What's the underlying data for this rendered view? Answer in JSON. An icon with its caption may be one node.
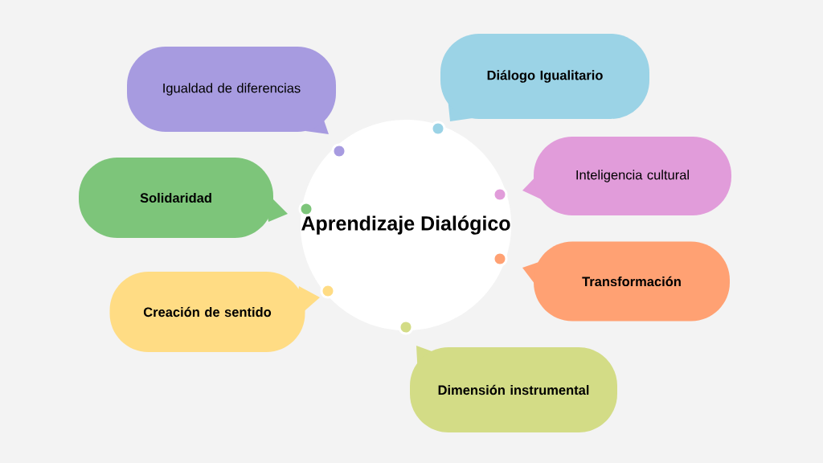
{
  "diagram": {
    "nodes": [
      {
        "text": [
          "Aprendizaje Dialógico"
        ]
      },
      {
        "text": [
          "Diálogo Igualitario"
        ]
      },
      {
        "text": [
          "Igualdad de diferencias"
        ]
      },
      {
        "text": [
          "Inteligencia cultural"
        ]
      },
      {
        "text": [
          "Solidaridad"
        ]
      },
      {
        "text": [
          "Transformación"
        ]
      },
      {
        "text": [
          "Creación de sentido"
        ]
      },
      {
        "text": [
          "Dimensión instrumental"
        ]
      }
    ]
  }
}
